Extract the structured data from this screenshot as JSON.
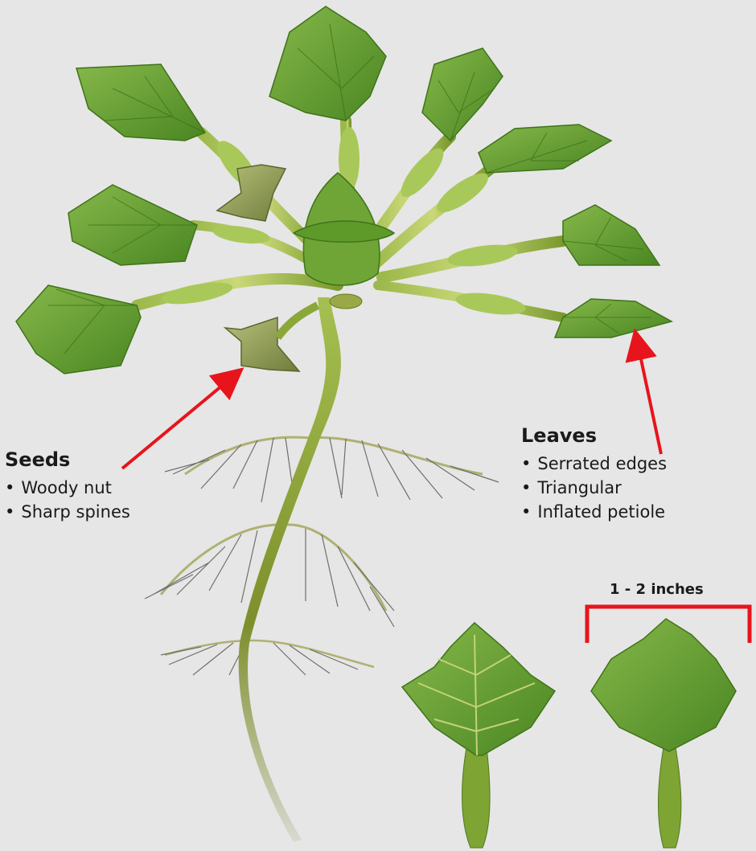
{
  "seeds": {
    "heading": "Seeds",
    "points": [
      "Woody nut",
      "Sharp spines"
    ]
  },
  "leaves": {
    "heading": "Leaves",
    "points": [
      "Serrated edges",
      "Triangular",
      "Inflated petiole"
    ]
  },
  "scale": {
    "label": "1 - 2  inches"
  },
  "colors": {
    "background": "#e6e6e6",
    "pointer": "#e8141c",
    "leaf": "#5e9a2a",
    "leaf_dark": "#3f7319",
    "stem": "#8aa83a",
    "root": "#5a5a58"
  }
}
